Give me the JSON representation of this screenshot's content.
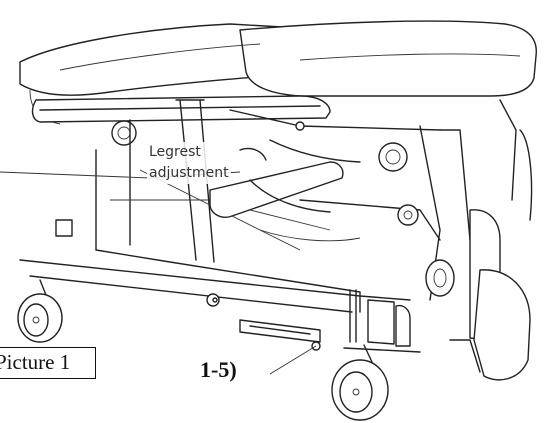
{
  "labels": {
    "legrest_line1": "Legrest",
    "legrest_line2": "adjustment",
    "picture": "Picture 1",
    "part": "1-5)"
  },
  "icons": {
    "chair": "chair-frame-line-drawing",
    "caster": "caster-wheel-icon"
  }
}
